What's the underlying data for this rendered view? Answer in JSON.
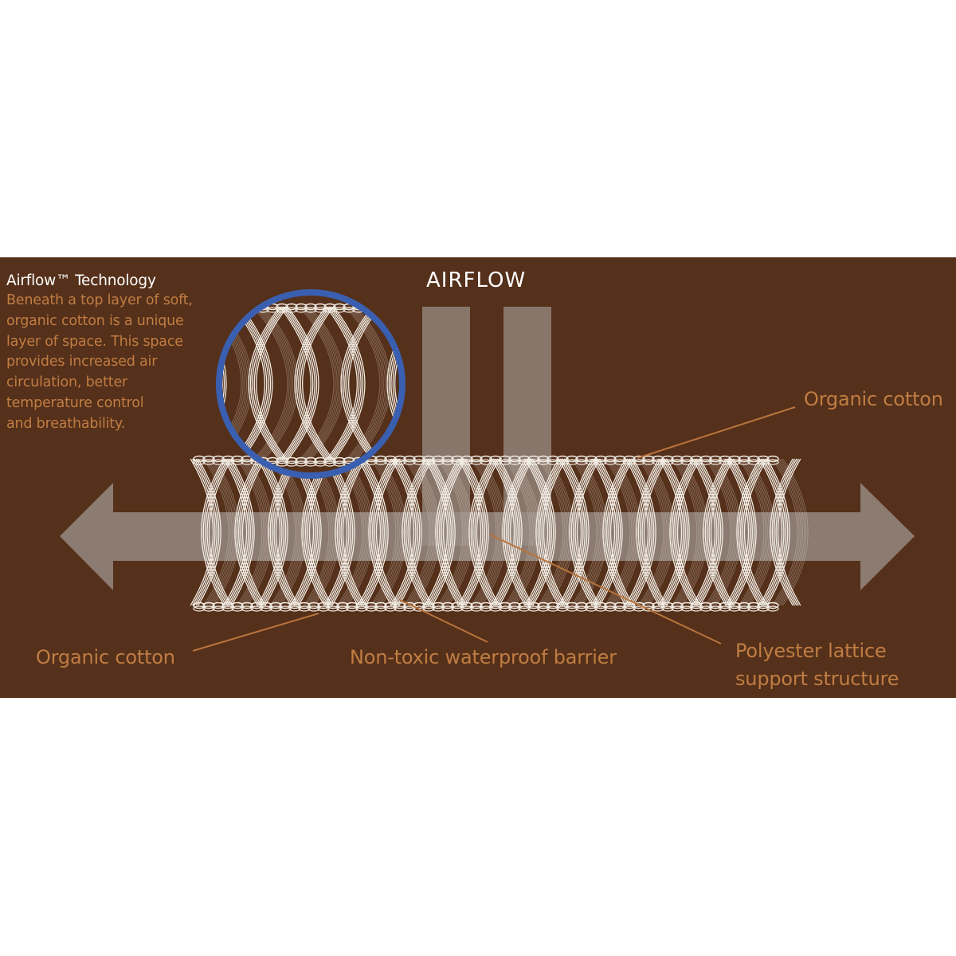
{
  "intro": {
    "title": "Airflow™ Technology",
    "lines": [
      "Beneath a top layer of soft,",
      "organic cotton is a unique",
      "layer of space.  This space",
      "provides increased air",
      "circulation, better",
      "temperature control",
      "and breathability."
    ]
  },
  "airflow_label": "AIRFLOW",
  "labels": {
    "organic_cotton_top": "Organic cotton",
    "organic_cotton_bottom": "Organic cotton",
    "waterproof_barrier": "Non-toxic waterproof barrier",
    "lattice_line1": "Polyester lattice",
    "lattice_line2": "support structure"
  },
  "colors": {
    "background": "#55301a",
    "label_text": "#c07d43",
    "leader_line": "#b8743c",
    "lattice": "#f2ece4",
    "arrow": "#a8a09a",
    "magnifier_ring": "#3a5fb0"
  }
}
